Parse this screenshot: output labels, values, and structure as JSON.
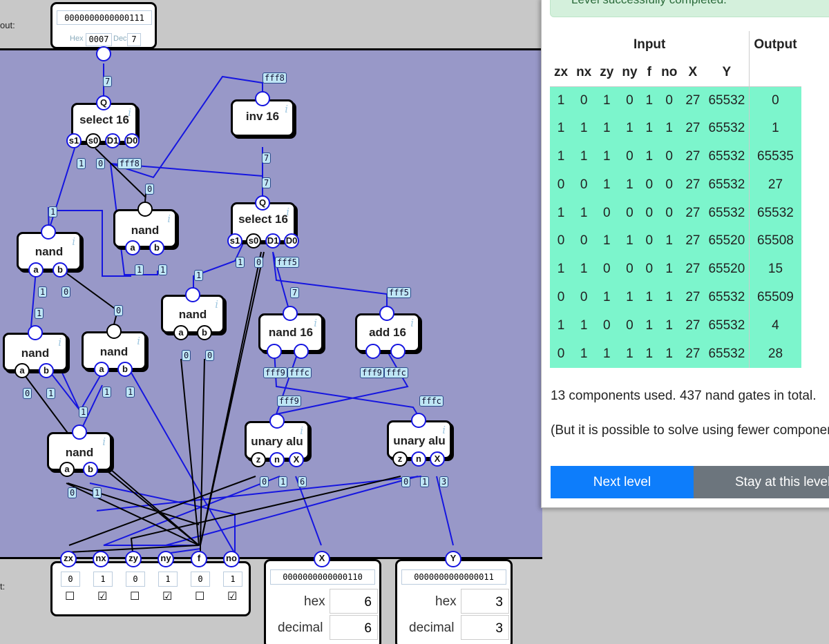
{
  "labels": {
    "input_side": "out:",
    "output_side": "t:"
  },
  "output_display": {
    "binary": "0000000000000111",
    "hex_label": "Hex",
    "hex": "0007",
    "dec_label": "Dec",
    "dec": "7"
  },
  "components": {
    "select_top": {
      "title": "select 16",
      "out": "Q",
      "pins": [
        "s1",
        "s0",
        "D1",
        "D0"
      ]
    },
    "inv": {
      "title": "inv 16"
    },
    "select_mid": {
      "title": "select 16",
      "out": "Q",
      "pins": [
        "s1",
        "s0",
        "D1",
        "D0"
      ]
    },
    "nand_top": {
      "title": "nand",
      "pins": [
        "a",
        "b"
      ]
    },
    "nand_left": {
      "title": "nand",
      "pins": [
        "a",
        "b"
      ]
    },
    "nand_mid": {
      "title": "nand",
      "pins": [
        "a",
        "b"
      ]
    },
    "nand_b1": {
      "title": "nand",
      "pins": [
        "a",
        "b"
      ]
    },
    "nand_b2": {
      "title": "nand",
      "pins": [
        "a",
        "b"
      ]
    },
    "nand_b3": {
      "title": "nand",
      "pins": [
        "a",
        "b"
      ]
    },
    "nand16": {
      "title": "nand 16"
    },
    "add16": {
      "title": "add 16"
    },
    "unary1": {
      "title": "unary alu",
      "pins": [
        "z",
        "n",
        "X"
      ]
    },
    "unary2": {
      "title": "unary alu",
      "pins": [
        "z",
        "n",
        "X"
      ]
    },
    "info_glyph": "i"
  },
  "wire_values": {
    "out": "7",
    "fff8": "fff8",
    "inv_out": "7",
    "sel_top_in": [
      "1",
      "0",
      "fff8"
    ],
    "nand_top_out": "0",
    "nand_left_out": "1",
    "nand_top_in": [
      "1",
      "1"
    ],
    "nand_left_in": [
      "1",
      "0"
    ],
    "nand_mid_out": "1",
    "sel_mid_in": [
      "1",
      "0",
      "fff5"
    ],
    "nand_b1_out": "1",
    "nand_b2_out": "0",
    "fff5": "fff5",
    "nand16_out": "7",
    "nand_b1_in": [
      "0",
      "1"
    ],
    "nand_b2_in": [
      "1",
      "1"
    ],
    "nand_mid_in": [
      "0",
      "0"
    ],
    "nand16_in": [
      "fff9",
      "fffc"
    ],
    "add16_in": [
      "fff9",
      "fffc"
    ],
    "fff9": "fff9",
    "fffc": "fffc",
    "unary1_in": [
      "0",
      "1",
      "6"
    ],
    "unary2_in": [
      "0",
      "1",
      "3"
    ],
    "nand_b3_in": [
      "0",
      "1"
    ],
    "nand_b3_out": "1",
    "width": "16"
  },
  "inputs": {
    "names": [
      "zx",
      "nx",
      "zy",
      "ny",
      "f",
      "no"
    ],
    "values": [
      "0",
      "1",
      "0",
      "1",
      "0",
      "1"
    ],
    "checks": [
      "☐",
      "☑",
      "☐",
      "☑",
      "☐",
      "☑"
    ],
    "X": {
      "name": "X",
      "binary": "0000000000000110",
      "hex_label": "hex",
      "hex": "6",
      "dec_label": "decimal",
      "dec": "6"
    },
    "Y": {
      "name": "Y",
      "binary": "0000000000000011",
      "hex_label": "hex",
      "hex": "3",
      "dec_label": "decimal",
      "dec": "3"
    }
  },
  "panel": {
    "banner": "Level successfully completed.",
    "group_input": "Input",
    "group_output": "Output",
    "headers": [
      "zx",
      "nx",
      "zy",
      "ny",
      "f",
      "no",
      "X",
      "Y"
    ],
    "rows": [
      [
        "1",
        "0",
        "1",
        "0",
        "1",
        "0",
        "27",
        "65532",
        "0"
      ],
      [
        "1",
        "1",
        "1",
        "1",
        "1",
        "1",
        "27",
        "65532",
        "1"
      ],
      [
        "1",
        "1",
        "1",
        "0",
        "1",
        "0",
        "27",
        "65532",
        "65535"
      ],
      [
        "0",
        "0",
        "1",
        "1",
        "0",
        "0",
        "27",
        "65532",
        "27"
      ],
      [
        "1",
        "1",
        "0",
        "0",
        "0",
        "0",
        "27",
        "65532",
        "65532"
      ],
      [
        "0",
        "0",
        "1",
        "1",
        "0",
        "1",
        "27",
        "65520",
        "65508"
      ],
      [
        "1",
        "1",
        "0",
        "0",
        "0",
        "1",
        "27",
        "65520",
        "15"
      ],
      [
        "0",
        "0",
        "1",
        "1",
        "1",
        "1",
        "27",
        "65532",
        "65509"
      ],
      [
        "1",
        "1",
        "0",
        "0",
        "1",
        "1",
        "27",
        "65532",
        "4"
      ],
      [
        "0",
        "1",
        "1",
        "1",
        "1",
        "1",
        "27",
        "65532",
        "28"
      ]
    ],
    "summary": "13 components used. 437 nand gates in total.",
    "note": "(But it is possible to solve using fewer components)",
    "next_button": "Next level",
    "stay_button": "Stay at this level"
  },
  "colors": {
    "canvas": "#9898c8",
    "wire_active": "#1515e0",
    "wire_inactive": "#000000",
    "row_ok": "#7cf5cc",
    "next": "#0d7dfb",
    "stay": "#6c757d"
  }
}
